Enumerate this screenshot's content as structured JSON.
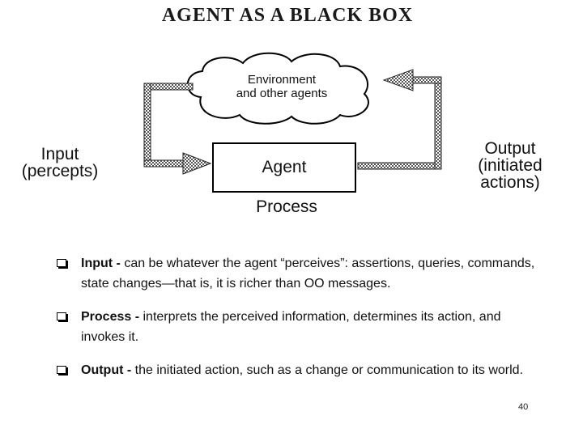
{
  "slide": {
    "title": "AGENT AS A BLACK BOX",
    "page_number": "40"
  },
  "diagram": {
    "cloud_line1": "Environment",
    "cloud_line2": "and other agents",
    "agent_label": "Agent",
    "process_label": "Process",
    "input_line1": "Input",
    "input_line2": "(percepts)",
    "output_line1": "Output",
    "output_line2": "(initiated",
    "output_line3": "actions)"
  },
  "bullets": [
    {
      "term": "Input - ",
      "text": "can be whatever the agent “perceives”: assertions, queries, commands, state changes—that is, it is richer than OO messages."
    },
    {
      "term": "Process - ",
      "text": "interprets the perceived information, determines its action, and invokes it."
    },
    {
      "term": "Output - ",
      "text": "the initiated action, such as a change or communication to its world."
    }
  ]
}
